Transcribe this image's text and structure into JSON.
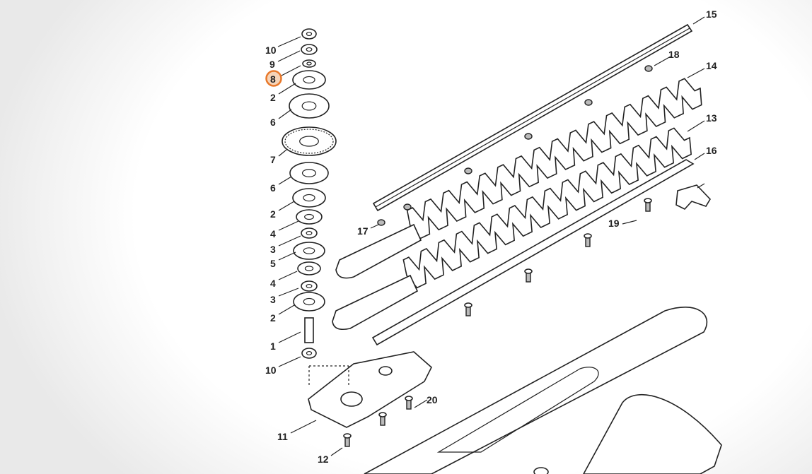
{
  "diagram": {
    "highlight_color": "#e8782a",
    "highlighted_label": "8",
    "labels": {
      "l10a": "10",
      "l9": "9",
      "l8": "8",
      "l2a": "2",
      "l6a": "6",
      "l7": "7",
      "l6b": "6",
      "l2b": "2",
      "l4a": "4",
      "l3a": "3",
      "l5": "5",
      "l4b": "4",
      "l3b": "3",
      "l2c": "2",
      "l1": "1",
      "l10b": "10",
      "l11": "11",
      "l12": "12",
      "l20": "20",
      "l17": "17",
      "l19": "19",
      "l15": "15",
      "l18": "18",
      "l14": "14",
      "l13": "13",
      "l16": "16"
    }
  }
}
